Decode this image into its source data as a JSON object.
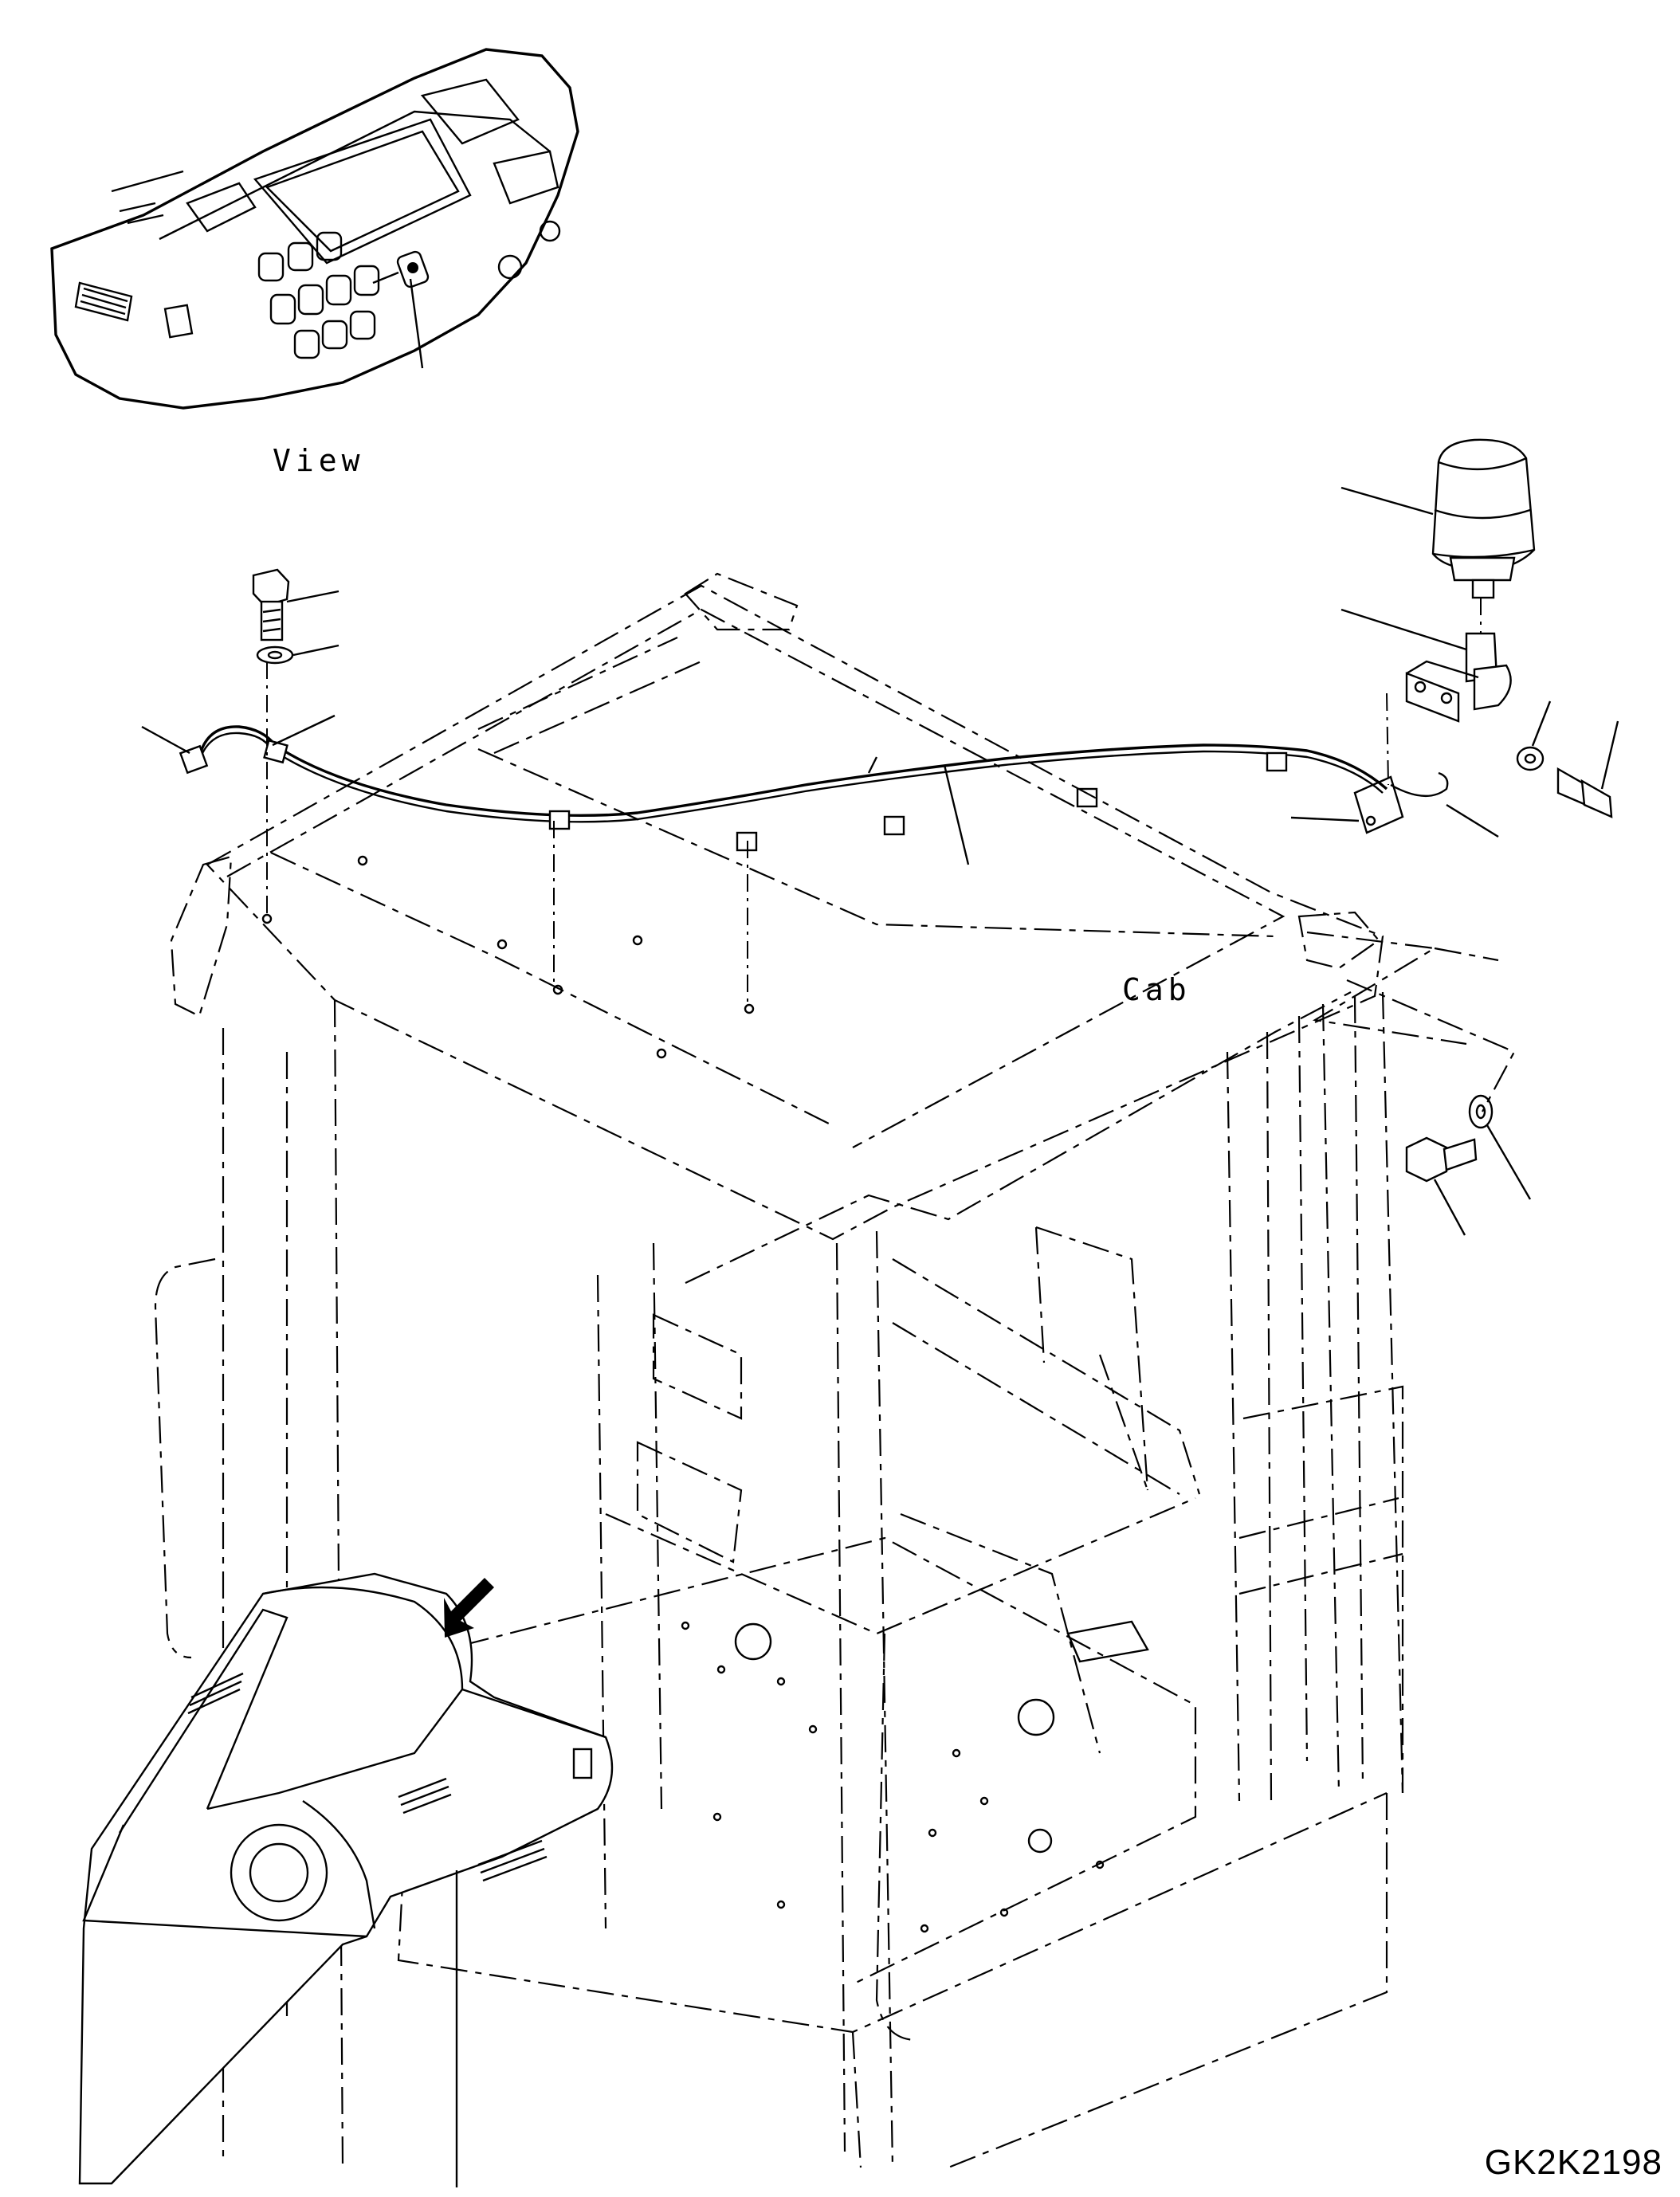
{
  "labels": {
    "view": "View",
    "cab": "Cab",
    "drawing_code": "GK2K2198"
  },
  "icons": {
    "direction_arrow": "view-direction-arrow-icon",
    "beacon": "rotating-beacon-icon",
    "bolt": "hex-bolt-icon",
    "washer": "washer-icon",
    "clip": "harness-clip-icon",
    "switch": "beacon-switch-icon"
  },
  "colors": {
    "line": "#000000",
    "background": "#ffffff"
  }
}
